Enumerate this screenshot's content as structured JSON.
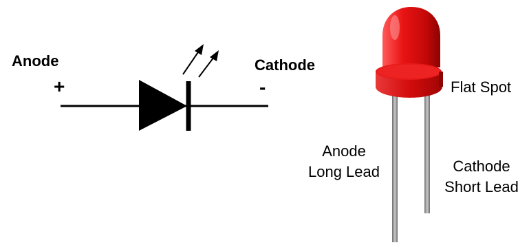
{
  "symbol": {
    "anode_label": "Anode",
    "anode_sign": "+",
    "cathode_label": "Cathode",
    "cathode_sign": "-"
  },
  "led": {
    "flat_spot_label": "Flat Spot",
    "anode_line1": "Anode",
    "anode_line2": "Long Lead",
    "cathode_line1": "Cathode",
    "cathode_line2": "Short Lead"
  },
  "colors": {
    "led_body": "#d90f0f",
    "led_dark": "#9e0505",
    "led_highlight": "#ff6b6b",
    "lead": "#8a8a8a",
    "line": "#000000"
  }
}
